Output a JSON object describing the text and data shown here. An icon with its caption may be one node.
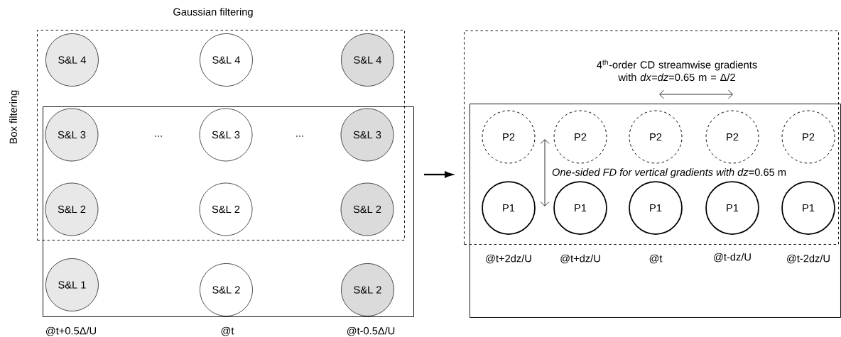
{
  "diagram": {
    "nodes": [
      {
        "text": [
          "Gaussian filtering"
        ]
      },
      {
        "text": [
          "Box filtering"
        ]
      },
      {
        "text": [
          "S&L 4"
        ],
        "in": 0
      },
      {
        "text": [
          "S&L 4"
        ],
        "in": 0
      },
      {
        "text": [
          "S&L 4"
        ],
        "in": 0
      },
      {
        "text": [
          "S&L 3"
        ]
      },
      {
        "text": [
          "S&L 3"
        ]
      },
      {
        "text": [
          "S&L 3"
        ]
      },
      {
        "text": [
          "S&L 2"
        ]
      },
      {
        "text": [
          "S&L 2"
        ]
      },
      {
        "text": [
          "S&L 2"
        ]
      },
      {
        "text": [
          "S&L 1"
        ],
        "in": 1
      },
      {
        "text": [
          "S&L 2"
        ],
        "in": 1
      },
      {
        "text": [
          "S&L 2"
        ],
        "in": 1
      },
      {
        "text": [
          "4$^{th}$-order CD streamwise gradients with *dx*=*dz*=0.65 m = Δ/2"
        ]
      },
      {
        "text": [],
        "shape": "box"
      },
      {
        "text": [
          "P2"
        ]
      },
      {
        "text": [
          "P2"
        ]
      },
      {
        "text": [
          "P2"
        ]
      },
      {
        "text": [
          "P2"
        ]
      },
      {
        "text": [
          "P2"
        ]
      },
      {
        "text": [
          "P1"
        ]
      },
      {
        "text": [
          "P1"
        ]
      },
      {
        "text": [
          "P1"
        ]
      },
      {
        "text": [
          "P1"
        ]
      },
      {
        "text": [
          "P1"
        ]
      }
    ],
    "edges": [
      {
        "from": 1,
        "to": 14,
        "arrow": "to"
      }
    ],
    "labels": [
      "...",
      "...",
      "@t+0.5Δ/U",
      "@t",
      "@t-0.5Δ/U",
      "*One-sided FD for vertical gradients with dz*=0.65 m",
      "@t+2dz/U",
      "@t+dz/U",
      "@t",
      "@t-dz/U",
      "@t-2dz/U"
    ]
  }
}
